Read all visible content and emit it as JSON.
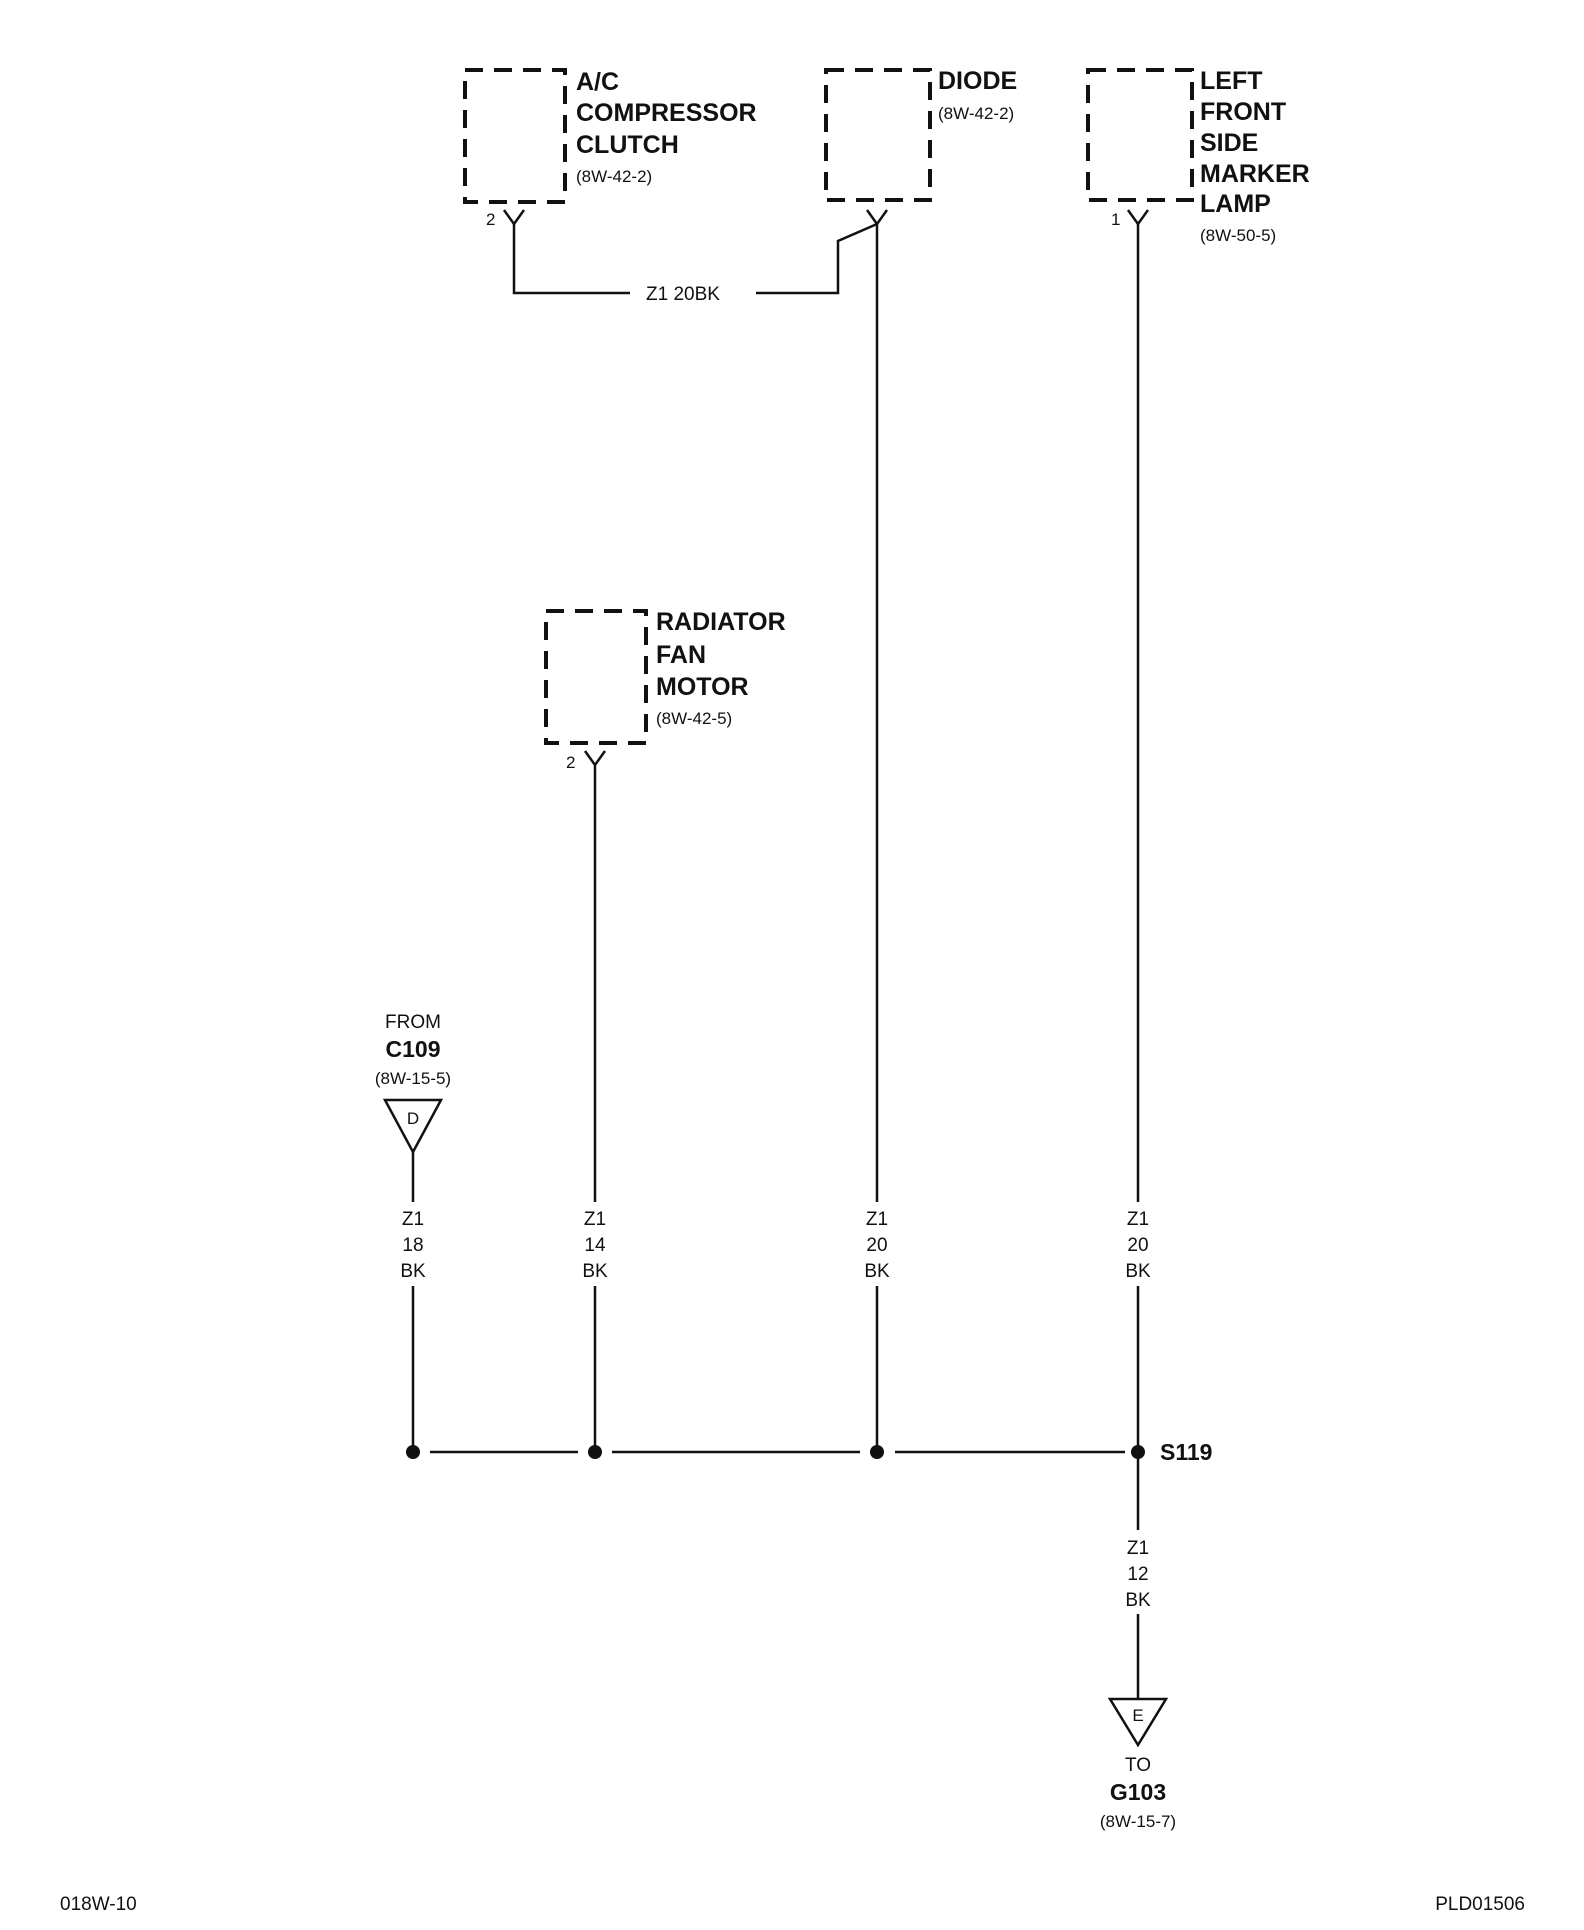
{
  "components": [
    {
      "id": "ac",
      "lines": [
        "A/C",
        "COMPRESSOR",
        "CLUTCH"
      ],
      "ref": "(8W-42-2)",
      "pin": "2"
    },
    {
      "id": "diode",
      "lines": [
        "DIODE"
      ],
      "ref": "(8W-42-2)",
      "pin": ""
    },
    {
      "id": "lamp",
      "lines": [
        "LEFT",
        "FRONT",
        "SIDE",
        "MARKER",
        "LAMP"
      ],
      "ref": "(8W-50-5)",
      "pin": "1"
    },
    {
      "id": "fan",
      "lines": [
        "RADIATOR",
        "FAN",
        "MOTOR"
      ],
      "ref": "(8W-42-5)",
      "pin": "2"
    }
  ],
  "top_wire_label": "Z1   20BK",
  "wires": [
    {
      "id": "c109",
      "lines": [
        "Z1",
        "18",
        "BK"
      ]
    },
    {
      "id": "fan",
      "lines": [
        "Z1",
        "14",
        "BK"
      ]
    },
    {
      "id": "diode",
      "lines": [
        "Z1",
        "20",
        "BK"
      ]
    },
    {
      "id": "lamp",
      "lines": [
        "Z1",
        "20",
        "BK"
      ]
    },
    {
      "id": "ground",
      "lines": [
        "Z1",
        "12",
        "BK"
      ]
    }
  ],
  "connector_from": {
    "prefix": "FROM",
    "name": "C109",
    "ref": "(8W-15-5)",
    "letter": "D"
  },
  "connector_to": {
    "prefix": "TO",
    "name": "G103",
    "ref": "(8W-15-7)",
    "letter": "E"
  },
  "splice": "S119",
  "footer_left": "018W-10",
  "footer_right": "PLD01506"
}
